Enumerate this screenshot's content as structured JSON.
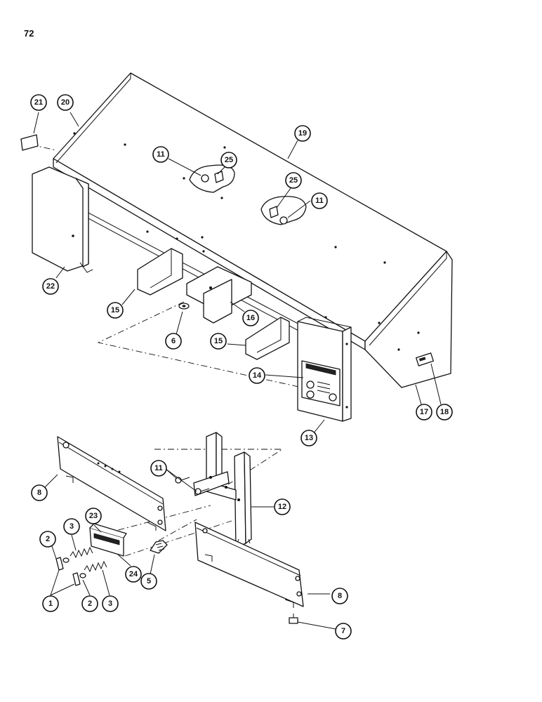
{
  "page": {
    "number": "72"
  },
  "callouts": [
    {
      "label": "21"
    },
    {
      "label": "20"
    },
    {
      "label": "19"
    },
    {
      "label": "11"
    },
    {
      "label": "25"
    },
    {
      "label": "25"
    },
    {
      "label": "11"
    },
    {
      "label": "22"
    },
    {
      "label": "15"
    },
    {
      "label": "16"
    },
    {
      "label": "6"
    },
    {
      "label": "15"
    },
    {
      "label": "14"
    },
    {
      "label": "13"
    },
    {
      "label": "17"
    },
    {
      "label": "18"
    },
    {
      "label": "11"
    },
    {
      "label": "8"
    },
    {
      "label": "12"
    },
    {
      "label": "23"
    },
    {
      "label": "3"
    },
    {
      "label": "2"
    },
    {
      "label": "24"
    },
    {
      "label": "5"
    },
    {
      "label": "1"
    },
    {
      "label": "2"
    },
    {
      "label": "3"
    },
    {
      "label": "8"
    },
    {
      "label": "7"
    }
  ]
}
